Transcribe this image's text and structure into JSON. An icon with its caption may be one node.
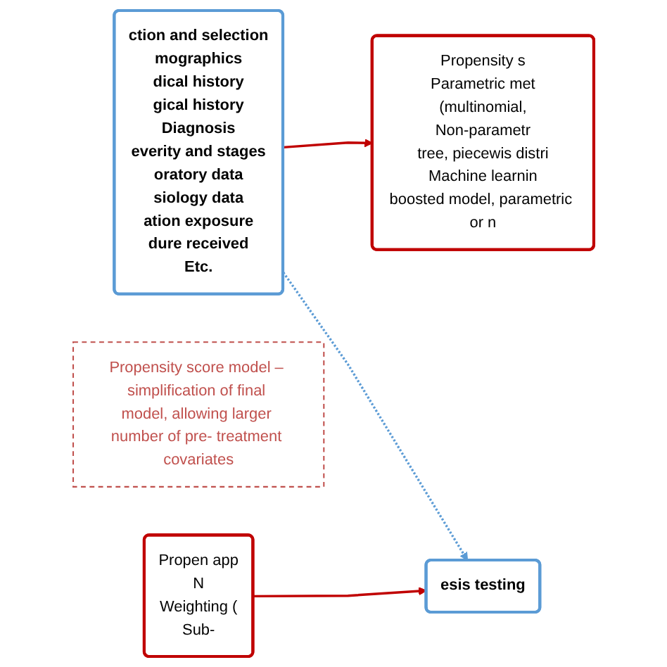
{
  "diagram": {
    "nodes": [
      {
        "text": [
          "ction and selection",
          "mographics",
          "dical history",
          "gical history",
          "Diagnosis",
          "everity and stages",
          "oratory data",
          "siology data",
          "ation exposure",
          "dure received",
          "Etc."
        ]
      },
      {
        "text": [
          "Propensity s",
          "Parametric met",
          "(multinomial,",
          "Non-parametr",
          "tree, piecewis distri",
          "Machine learnin",
          "boosted model, parametric or n"
        ]
      },
      {
        "text": [
          "Propensity score model – simplification of final model, allowing larger number of pre- treatment covariates"
        ]
      },
      {
        "text": [
          "Propen app",
          "N",
          "Weighting (",
          "Sub-"
        ]
      },
      {
        "text": [
          "esis testing"
        ]
      }
    ],
    "edges": [
      {
        "from": 0,
        "to": 1,
        "arrow": "to"
      },
      {
        "from": 0,
        "to": 4,
        "arrow": "to",
        "style": "dashed",
        "color": "#5b9bd5"
      },
      {
        "from": 3,
        "to": 4,
        "arrow": "to"
      }
    ]
  }
}
